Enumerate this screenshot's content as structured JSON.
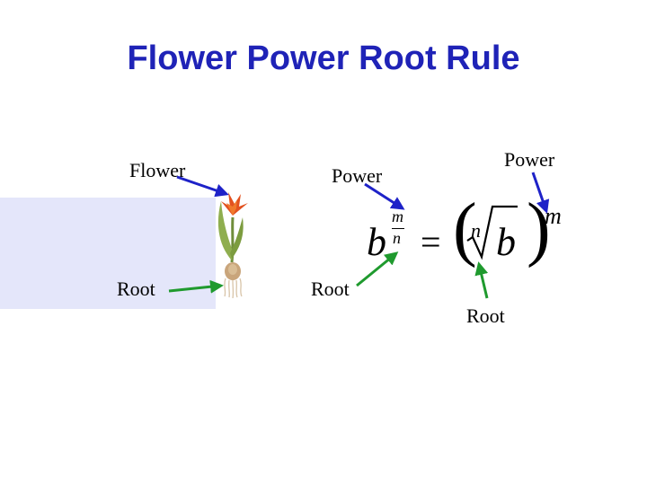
{
  "title": "Flower Power Root Rule",
  "left_labels": {
    "flower": "Flower",
    "root": "Root"
  },
  "middle_labels": {
    "power": "Power",
    "root": "Root"
  },
  "right_labels": {
    "power": "Power",
    "root": "Root"
  },
  "equation": {
    "base": "b",
    "exp_numerator": "m",
    "exp_denominator": "n",
    "equals": "=",
    "open_paren": "(",
    "radical_index": "n",
    "radicand": "b",
    "close_paren": ")",
    "outer_exponent": "m"
  },
  "colors": {
    "title": "#1f23b7",
    "power_arrow": "#1e22c8",
    "root_arrow": "#1f9a2e",
    "panel": "#e4e6fa"
  },
  "icons": {
    "flower": "tulip-bulb-icon"
  }
}
